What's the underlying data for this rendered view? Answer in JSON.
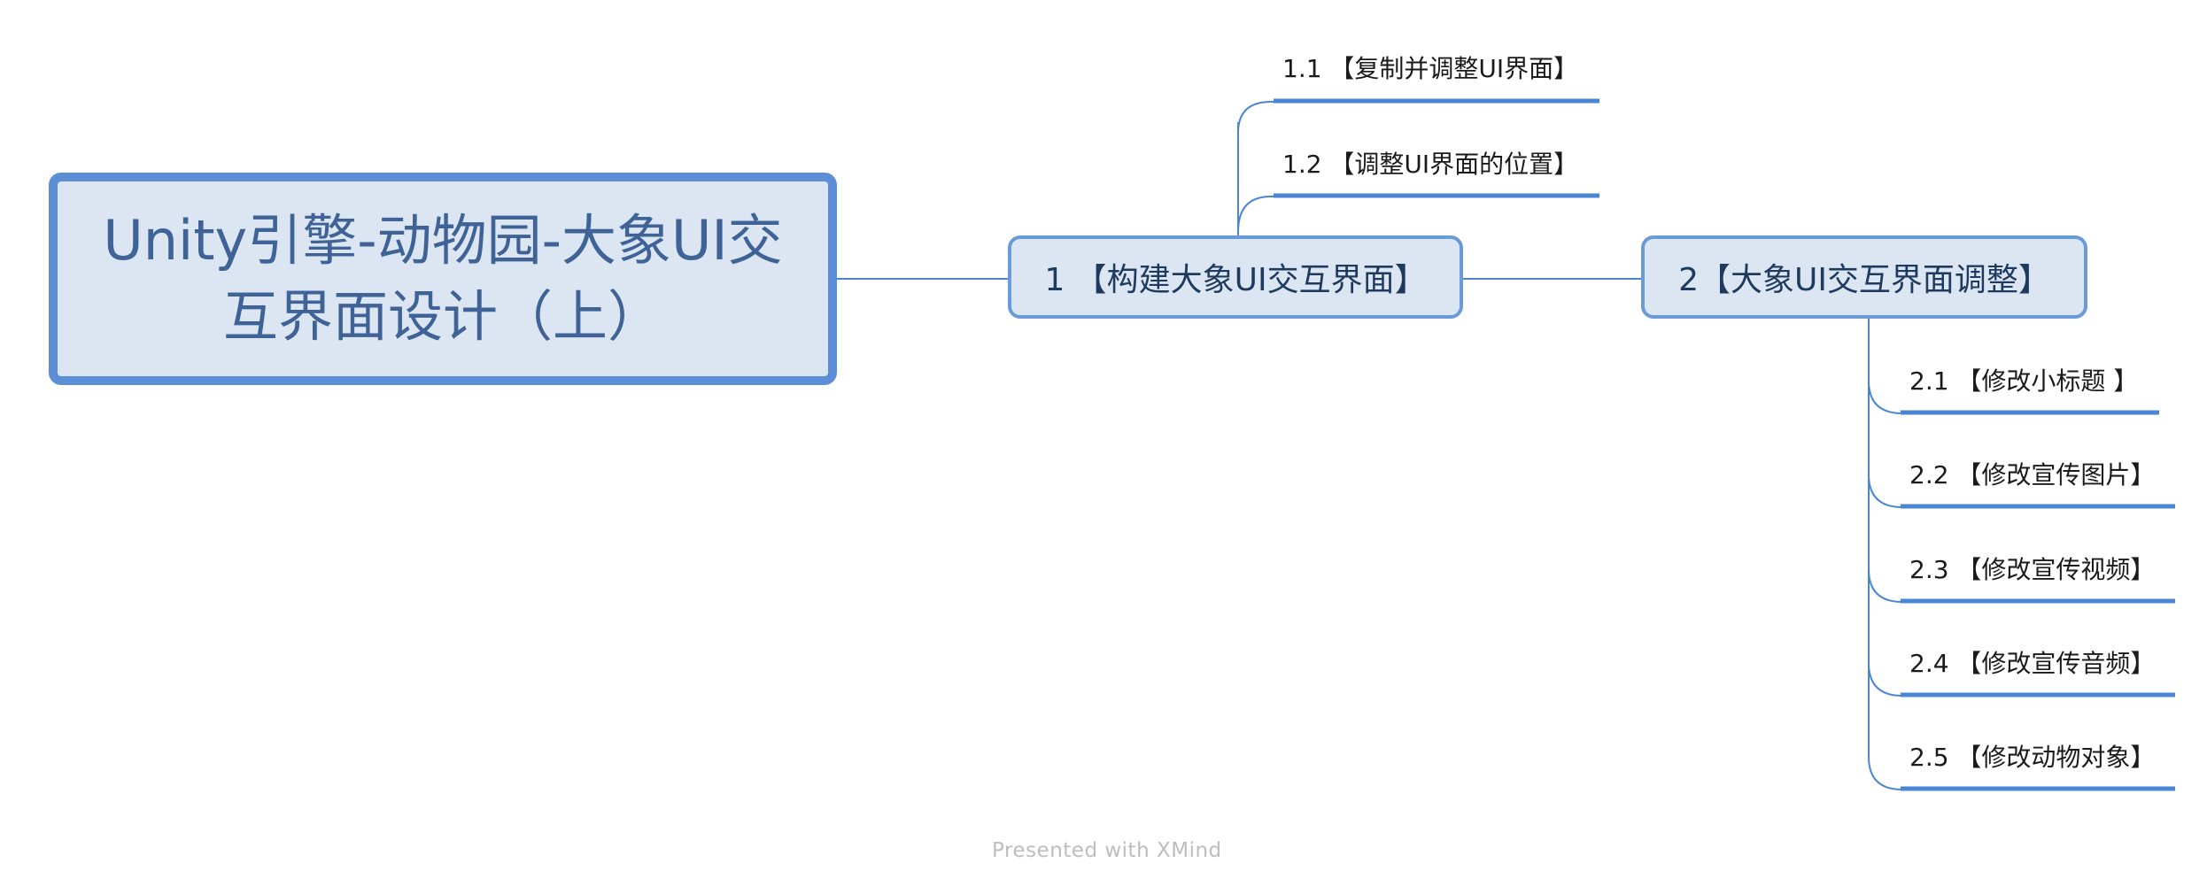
{
  "mindmap": {
    "root": {
      "line1": "Unity引擎-动物园-大象UI交",
      "line2": "互界面设计（上）"
    },
    "branches": [
      {
        "label": "1 【构建大象UI交互界面】",
        "children": [
          {
            "label": "1.1 【复制并调整UI界面】"
          },
          {
            "label": "1.2 【调整UI界面的位置】"
          }
        ]
      },
      {
        "label": "2【大象UI交互界面调整】",
        "children": [
          {
            "label": "2.1 【修改小标题 】"
          },
          {
            "label": "2.2 【修改宣传图片】"
          },
          {
            "label": "2.3 【修改宣传视频】"
          },
          {
            "label": "2.4 【修改宣传音频】"
          },
          {
            "label": "2.5 【修改动物对象】"
          }
        ]
      }
    ]
  },
  "footer": {
    "text": "Presented with XMind"
  },
  "colors": {
    "line": "#4a86d6",
    "node_fill": "#dce6f2",
    "root_border": "#5b8ed6",
    "branch_border": "#6a9bd8",
    "root_text": "#3f6297"
  }
}
